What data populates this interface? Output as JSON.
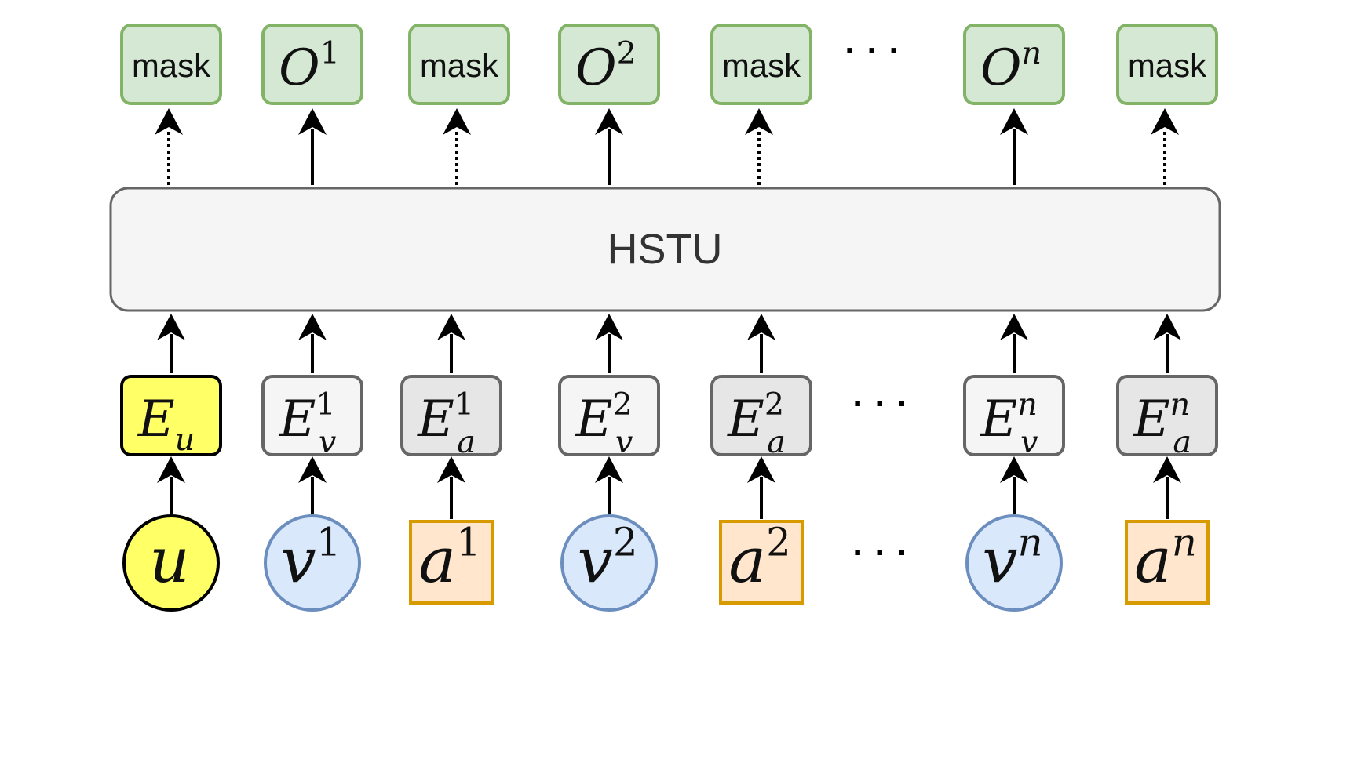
{
  "model": {
    "label": "HSTU"
  },
  "outputs": [
    {
      "kind": "mask",
      "text": "mask"
    },
    {
      "kind": "output",
      "base": "O",
      "sup": "1"
    },
    {
      "kind": "mask",
      "text": "mask"
    },
    {
      "kind": "output",
      "base": "O",
      "sup": "2"
    },
    {
      "kind": "mask",
      "text": "mask"
    },
    {
      "kind": "output",
      "base": "O",
      "sup": "n"
    },
    {
      "kind": "mask",
      "text": "mask"
    }
  ],
  "embeddings": [
    {
      "kind": "user",
      "base": "E",
      "sub": "u",
      "sup": ""
    },
    {
      "kind": "video",
      "base": "E",
      "sub": "v",
      "sup": "1"
    },
    {
      "kind": "action",
      "base": "E",
      "sub": "a",
      "sup": "1"
    },
    {
      "kind": "video",
      "base": "E",
      "sub": "v",
      "sup": "2"
    },
    {
      "kind": "action",
      "base": "E",
      "sub": "a",
      "sup": "2"
    },
    {
      "kind": "video",
      "base": "E",
      "sub": "v",
      "sup": "n"
    },
    {
      "kind": "action",
      "base": "E",
      "sub": "a",
      "sup": "n"
    }
  ],
  "tokens": [
    {
      "kind": "user",
      "base": "u",
      "sup": ""
    },
    {
      "kind": "video",
      "base": "v",
      "sup": "1"
    },
    {
      "kind": "action",
      "base": "a",
      "sup": "1"
    },
    {
      "kind": "video",
      "base": "v",
      "sup": "2"
    },
    {
      "kind": "action",
      "base": "a",
      "sup": "2"
    },
    {
      "kind": "video",
      "base": "v",
      "sup": "n"
    },
    {
      "kind": "action",
      "base": "a",
      "sup": "n"
    }
  ],
  "ellipsis": "· · ·",
  "colors": {
    "mask_fill": "#d5e8d4",
    "mask_stroke": "#82b366",
    "user_fill": "#ffff66",
    "user_stroke": "#000000",
    "video_fill": "#dae8fc",
    "video_stroke": "#6c8ebf",
    "action_fill": "#ffe6cc",
    "action_stroke": "#d79b00",
    "emb_video_fill": "#f5f5f5",
    "emb_action_fill": "#e6e6e6",
    "emb_stroke": "#666666",
    "model_fill": "#f5f5f5",
    "model_stroke": "#666666",
    "arrow": "#000000"
  }
}
